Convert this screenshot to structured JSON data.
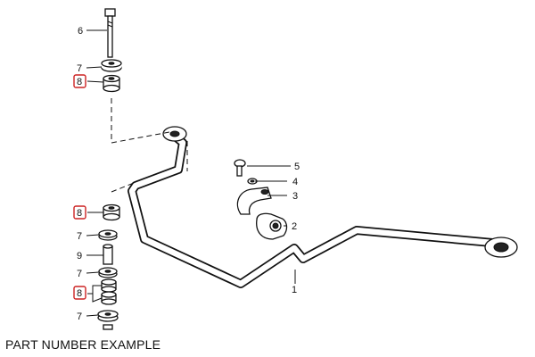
{
  "caption": "PART NUMBER EXAMPLE",
  "highlight_color": "#cc2222",
  "callouts": {
    "c6": "6",
    "c7a": "7",
    "c8a": "8",
    "c5": "5",
    "c4": "4",
    "c3": "3",
    "c8b": "8",
    "c2": "2",
    "c7b": "7",
    "c9": "9",
    "c7c": "7",
    "c1": "1",
    "c8c": "8",
    "c7d": "7"
  }
}
